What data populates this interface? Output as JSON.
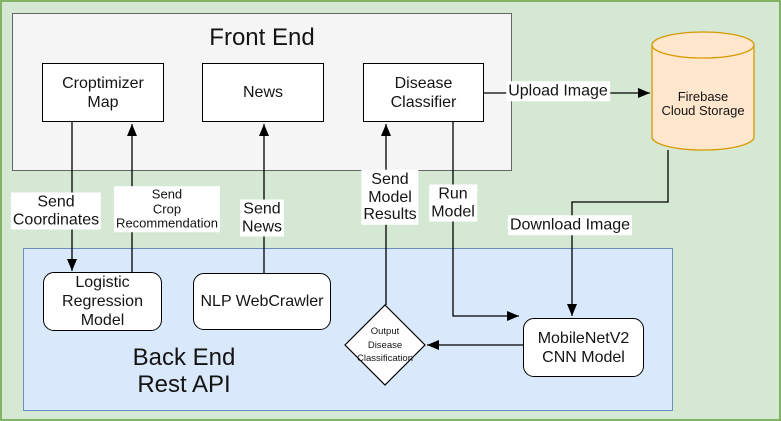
{
  "front_end": {
    "title": "Front End"
  },
  "back_end": {
    "title": "Back End\nRest API"
  },
  "nodes": {
    "croptimizer": {
      "label": "Croptimizer\nMap"
    },
    "news": {
      "label": "News"
    },
    "disease_classifier": {
      "label": "Disease\nClassifier"
    },
    "firebase": {
      "label": "Firebase\nCloud Storage"
    },
    "logistic": {
      "label": "Logistic\nRegression\nModel"
    },
    "nlp": {
      "label": "NLP WebCrawler"
    },
    "mobilenet": {
      "label": "MobileNetV2\nCNN Model"
    },
    "output_diamond": {
      "label": "Output\nDisease\nClassification"
    }
  },
  "edges": {
    "send_coordinates": {
      "label": "Send\nCoordinates"
    },
    "send_crop_recommendation": {
      "label": "Send\nCrop\nRecommendation"
    },
    "send_news": {
      "label": "Send\nNews"
    },
    "send_model_results": {
      "label": "Send\nModel\nResults"
    },
    "run_model": {
      "label": "Run\nModel"
    },
    "upload_image": {
      "label": "Upload Image"
    },
    "download_image": {
      "label": "Download Image"
    }
  },
  "colors": {
    "canvas_bg": "#d5e8d4",
    "canvas_border": "#82b366",
    "front_end_bg": "#f5f5f5",
    "front_end_border": "#666666",
    "back_end_bg": "#dae8fc",
    "back_end_border": "#6c8ebf",
    "node_bg": "#ffffff",
    "node_border": "#000000",
    "storage_bg": "#ffe6cc",
    "storage_border": "#d79b00",
    "arrow": "#000000"
  }
}
